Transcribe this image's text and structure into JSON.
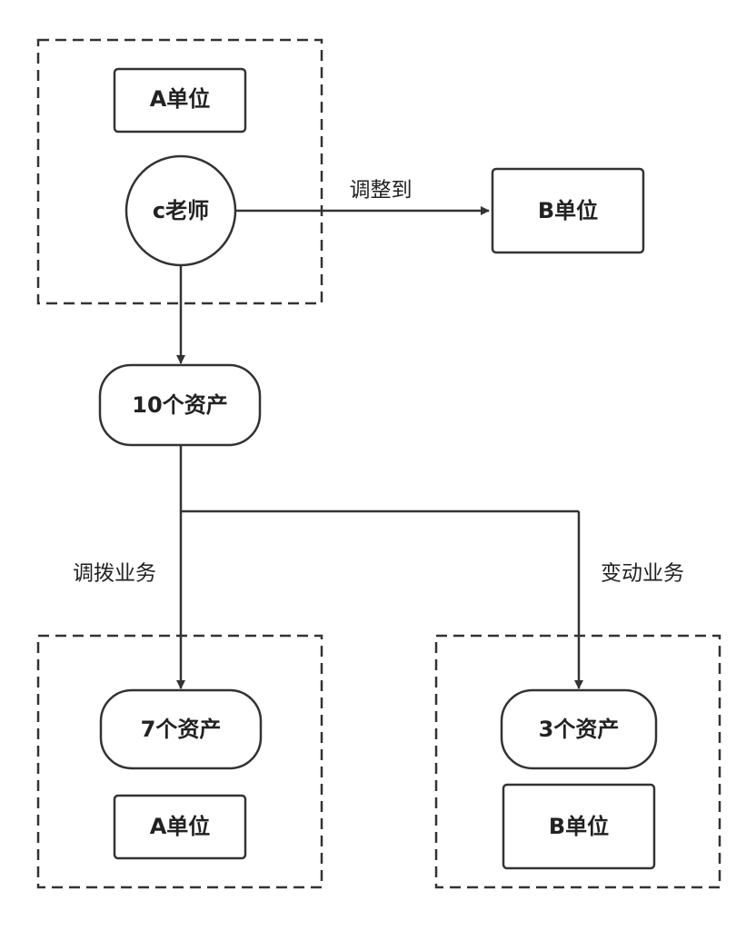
{
  "nodes": {
    "unit_a_top": "A单位",
    "teacher_c": "c老师",
    "unit_b_top": "B单位",
    "assets_10": "10个资产",
    "assets_7": "7个资产",
    "unit_a_bottom": "A单位",
    "assets_3": "3个资产",
    "unit_b_bottom": "B单位"
  },
  "edges": {
    "adjust_to": "调整到",
    "transfer_business": "调拨业务",
    "change_business": "变动业务"
  }
}
